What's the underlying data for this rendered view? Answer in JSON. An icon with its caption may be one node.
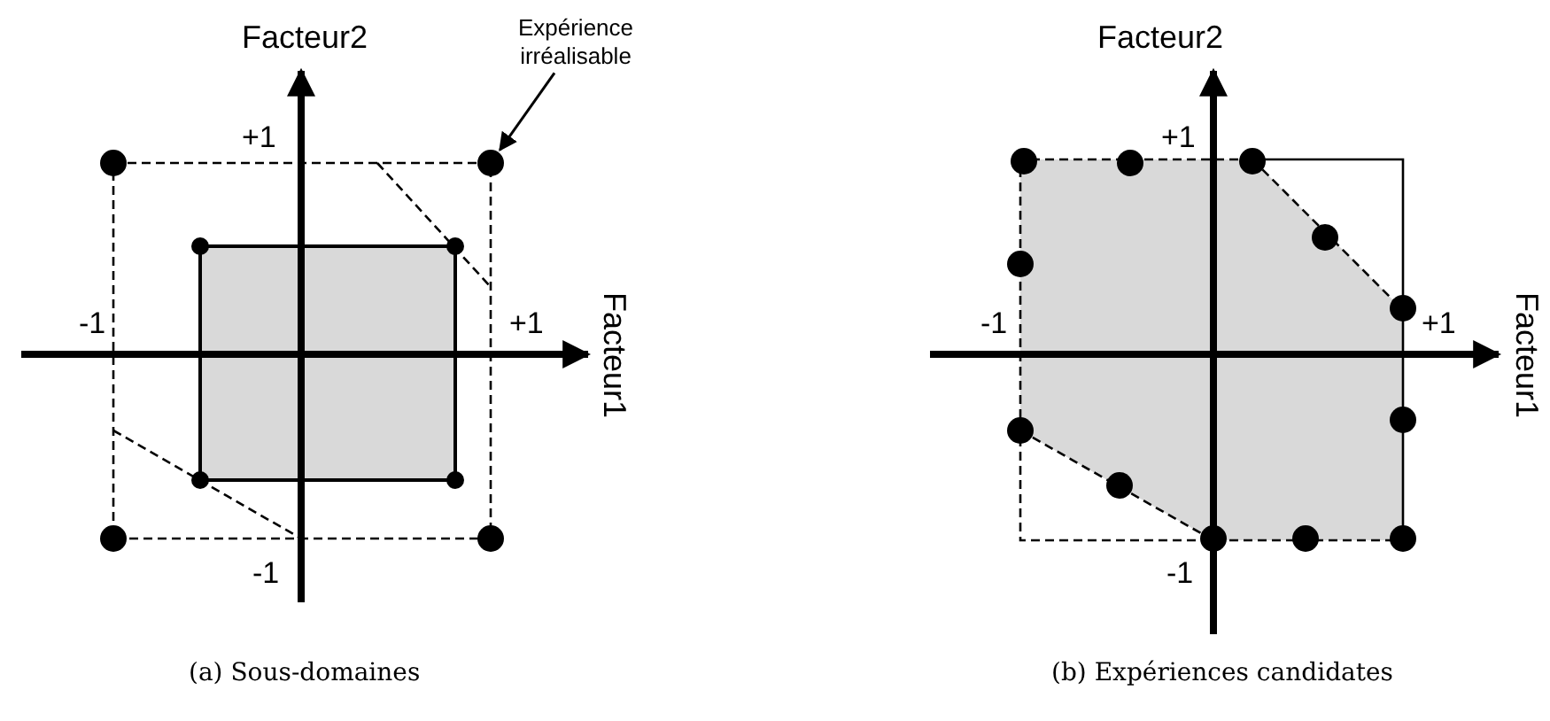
{
  "diagram": {
    "nodes": [
      {
        "text": [
          "Expérience irréalisable"
        ]
      },
      {
        "text": [],
        "shape": "circle"
      }
    ],
    "edges": [
      {
        "from": 0,
        "to": 1,
        "arrow": "to"
      }
    ],
    "labels": [
      "Facteur2",
      "+1",
      "-1",
      "+1",
      "-1",
      "Facteur1",
      "Facteur2",
      "+1",
      "-1",
      "+1",
      "-1",
      "Facteur1",
      "(a) Sous-domaines",
      "(b) Expériences candidates"
    ]
  }
}
